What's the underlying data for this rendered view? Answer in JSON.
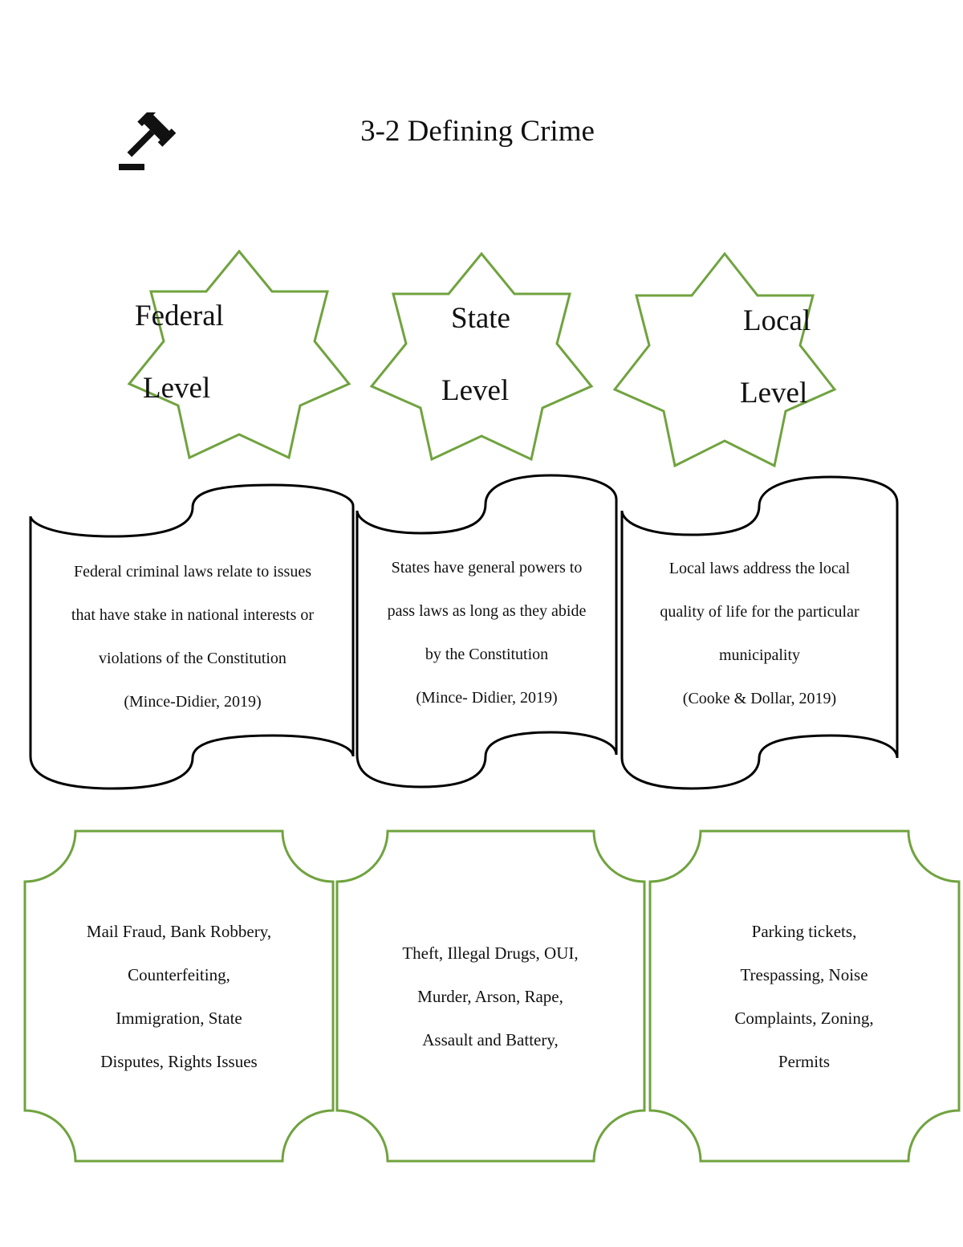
{
  "title": "3-2 Defining Crime",
  "colors": {
    "star_outline": "#70a33f",
    "box_outline": "#70a33f",
    "scroll_outline": "#000000"
  },
  "icons": {
    "header_icon": "gavel-icon"
  },
  "levels": [
    {
      "star_line1": "Federal",
      "star_line2": "Level",
      "description": [
        "Federal criminal laws relate to issues",
        "that have stake in national interests or",
        "violations of the Constitution",
        "(Mince-Didier, 2019)"
      ],
      "examples": [
        "Mail Fraud, Bank Robbery,",
        "Counterfeiting,",
        "Immigration, State",
        "Disputes, Rights Issues"
      ]
    },
    {
      "star_line1": "State",
      "star_line2": "Level",
      "description": [
        "States have general powers to",
        "pass laws as long as they abide",
        "by the Constitution",
        "(Mince- Didier, 2019)"
      ],
      "examples": [
        "Theft, Illegal Drugs, OUI,",
        "Murder, Arson, Rape,",
        "Assault and Battery,"
      ]
    },
    {
      "star_line1": "Local",
      "star_line2": "Level",
      "description": [
        "Local laws address the local",
        "quality of life for the particular",
        "municipality",
        "(Cooke & Dollar, 2019)"
      ],
      "examples": [
        "Parking tickets,",
        "Trespassing, Noise",
        "Complaints, Zoning,",
        "Permits"
      ]
    }
  ]
}
